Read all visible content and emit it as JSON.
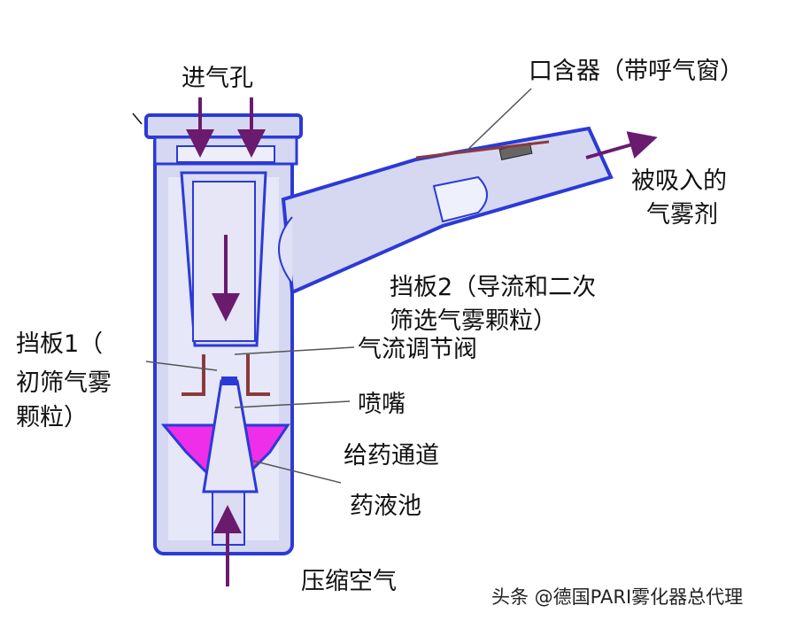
{
  "labels": {
    "air_inlet": "进气孔",
    "mouthpiece": "口含器（带呼气窗）",
    "inhaled_aerosol_1": "被吸入的",
    "inhaled_aerosol_2": "气雾剂",
    "baffle2_1": "挡板2（导流和二次",
    "baffle2_2": "筛选气雾颗粒）",
    "baffle1_1": "挡板1（",
    "baffle1_2": "初筛气雾",
    "baffle1_3": "颗粒）",
    "airflow_valve": "气流调节阀",
    "nozzle": "喷嘴",
    "drug_channel": "给药通道",
    "drug_reservoir": "药液池",
    "compressed_air": "压缩空气"
  },
  "watermark": "头条 @德国PARI雾化器总代理",
  "colors": {
    "body_fill": "#d6d8f2",
    "outline": "#2b3ad6",
    "arrow": "#6a1b6e",
    "baffle": "#8b3a3a",
    "liquid": "#ee2ee8",
    "leader": "#555555"
  }
}
